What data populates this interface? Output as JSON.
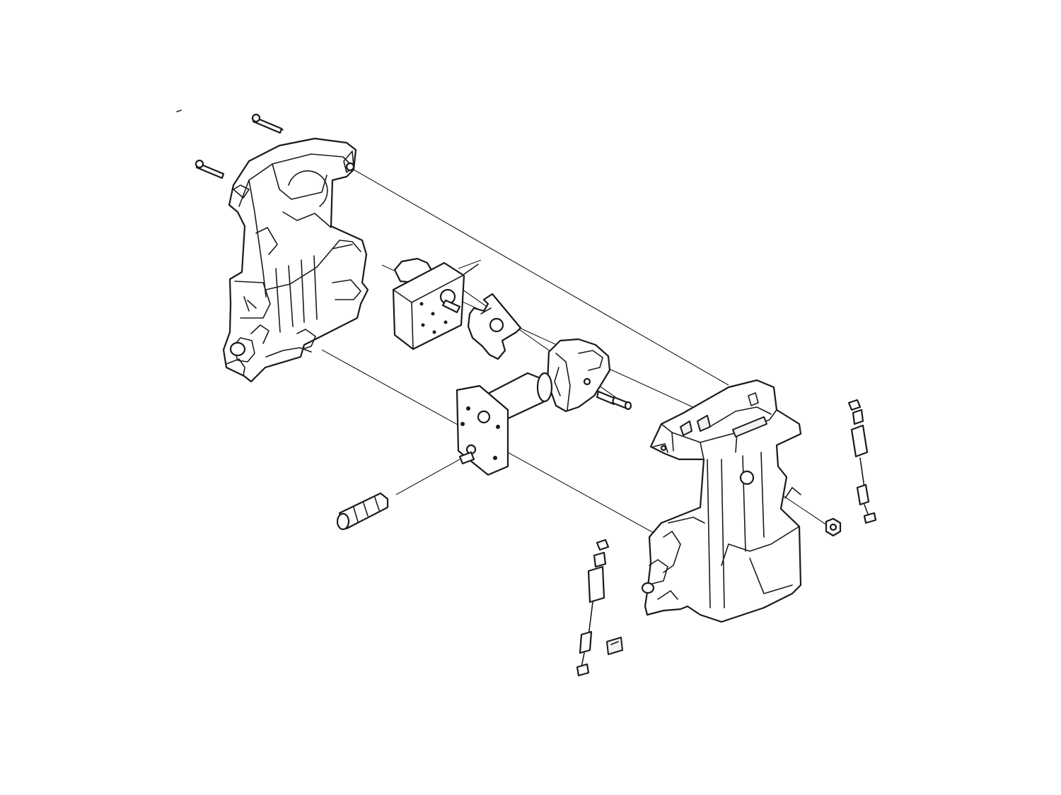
{
  "figure": {
    "type": "exploded-parts-diagram",
    "colors": {
      "line": "#1a1a1a",
      "background": "#ffffff",
      "shade": "#f2f2f2"
    },
    "parts": [
      "screw",
      "screw",
      "left-housing-half",
      "gear-motor-small",
      "mounting-bracket",
      "gear-segment",
      "axle-pin",
      "gear-motor-large",
      "shaft-coupling",
      "right-housing-half",
      "hex-nut",
      "cable-link-right",
      "cable-link-left",
      "small-clip"
    ]
  }
}
